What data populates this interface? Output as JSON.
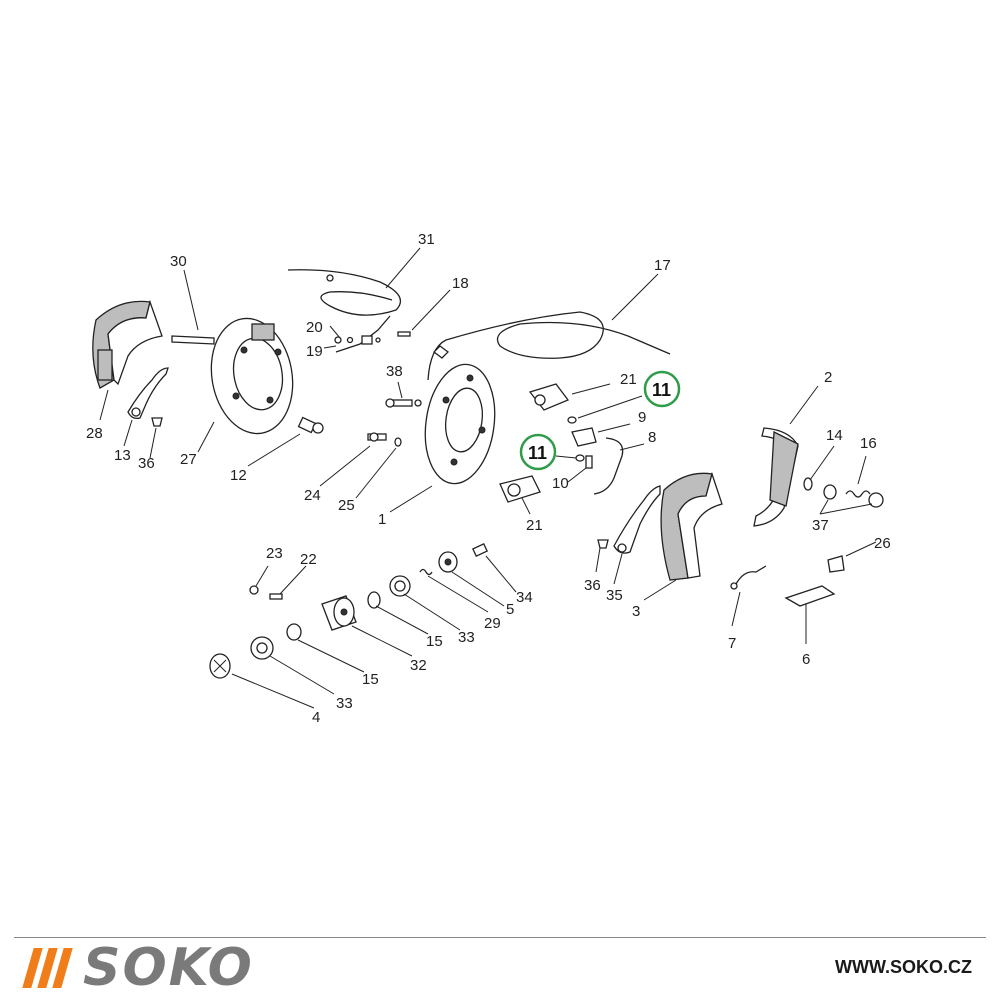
{
  "diagram": {
    "callouts": [
      {
        "id": "31",
        "text": "31"
      },
      {
        "id": "30",
        "text": "30"
      },
      {
        "id": "18",
        "text": "18"
      },
      {
        "id": "17",
        "text": "17"
      },
      {
        "id": "20",
        "text": "20"
      },
      {
        "id": "19",
        "text": "19"
      },
      {
        "id": "38",
        "text": "38"
      },
      {
        "id": "21a",
        "text": "21"
      },
      {
        "id": "11a",
        "text": "11"
      },
      {
        "id": "2",
        "text": "2"
      },
      {
        "id": "9",
        "text": "9"
      },
      {
        "id": "8",
        "text": "8"
      },
      {
        "id": "11b",
        "text": "11"
      },
      {
        "id": "14",
        "text": "14"
      },
      {
        "id": "16",
        "text": "16"
      },
      {
        "id": "28",
        "text": "28"
      },
      {
        "id": "13",
        "text": "13"
      },
      {
        "id": "36a",
        "text": "36"
      },
      {
        "id": "27",
        "text": "27"
      },
      {
        "id": "12",
        "text": "12"
      },
      {
        "id": "24",
        "text": "24"
      },
      {
        "id": "25",
        "text": "25"
      },
      {
        "id": "1",
        "text": "1"
      },
      {
        "id": "21b",
        "text": "21"
      },
      {
        "id": "10",
        "text": "10"
      },
      {
        "id": "37",
        "text": "37"
      },
      {
        "id": "26",
        "text": "26"
      },
      {
        "id": "23",
        "text": "23"
      },
      {
        "id": "22",
        "text": "22"
      },
      {
        "id": "34",
        "text": "34"
      },
      {
        "id": "5",
        "text": "5"
      },
      {
        "id": "29",
        "text": "29"
      },
      {
        "id": "33a",
        "text": "33"
      },
      {
        "id": "15a",
        "text": "15"
      },
      {
        "id": "32",
        "text": "32"
      },
      {
        "id": "15b",
        "text": "15"
      },
      {
        "id": "33b",
        "text": "33"
      },
      {
        "id": "4",
        "text": "4"
      },
      {
        "id": "36b",
        "text": "36"
      },
      {
        "id": "35",
        "text": "35"
      },
      {
        "id": "3",
        "text": "3"
      },
      {
        "id": "7",
        "text": "7"
      },
      {
        "id": "6",
        "text": "6"
      }
    ],
    "highlight_color": "#2e9c48"
  },
  "footer": {
    "brand": "SOKO",
    "brand_color": "#7a7a7a",
    "accent_color": "#ef7d1a",
    "url": "WWW.SOKO.CZ"
  }
}
